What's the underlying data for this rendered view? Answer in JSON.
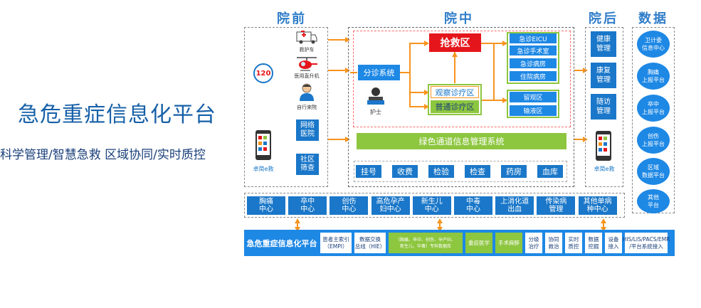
{
  "title": "急危重症信息化平台",
  "subtitle": "科学管理/智慧急救  区域协同/实时质控",
  "headers": {
    "pre": "院前",
    "mid": "院中",
    "post": "院后",
    "data": "数据"
  },
  "pre": {
    "badge_120": "120",
    "ambulance": "救护车",
    "helicopter": "医用直升机",
    "self": "自行来院",
    "net_hospital": "网络\n医院",
    "community": "社区\n筛查",
    "phone_label": "卓简e救"
  },
  "mid": {
    "rescue": "抢救区",
    "triage": "分诊系统",
    "nurse": "护士",
    "observe": "观察诊疗区",
    "general": "普通诊疗区",
    "icu_list": [
      "急诊EICU",
      "急诊手术室",
      "急诊病房",
      "住院病房"
    ],
    "stay_list": [
      "留观区",
      "输液区"
    ],
    "green_system": "绿色通道信息管理系统",
    "services": [
      "挂号",
      "收费",
      "检验",
      "检查",
      "药房",
      "血库"
    ]
  },
  "post": {
    "items": [
      "健康\n管理",
      "康复\n管理",
      "随访\n管理"
    ],
    "phone_label": "卓简e救"
  },
  "data": {
    "items": [
      "卫计委\n信息中心",
      "胸痛\n上报平台",
      "卒中\n上报平台",
      "创伤\n上报平台",
      "区域\n数据平台",
      "其他\n平台"
    ]
  },
  "centers": [
    "胸痛\n中心",
    "卒中\n中心",
    "创伤\n中心",
    "高危孕产\n妇中心",
    "新生儿\n中心",
    "中毒\n中心",
    "上消化道\n出血",
    "传染病\n管理",
    "其他单病\n种中心"
  ],
  "platform": {
    "name": "急危重症信息化平台",
    "cells": [
      {
        "text": "患者主索引\n（EMPI）",
        "style": "blue"
      },
      {
        "text": "数据交换\n总线（HIE）",
        "style": "blue"
      },
      {
        "text": "（胸痛、卒中、创伤、孕产妇、\n新生儿、中毒）专科数据库",
        "style": "green"
      },
      {
        "text": "重症医学",
        "style": "green"
      },
      {
        "text": "手术麻醉",
        "style": "green"
      },
      {
        "text": "分级\n治疗",
        "style": "blue"
      },
      {
        "text": "协同\n救治",
        "style": "blue"
      },
      {
        "text": "实时\n质控",
        "style": "blue"
      },
      {
        "text": "数据\n挖掘",
        "style": "blue"
      },
      {
        "text": "设备\n接入",
        "style": "blue"
      },
      {
        "text": "HIS/LIS/PACS/EMR\n/平台系统接入",
        "style": "blue"
      }
    ]
  },
  "colors": {
    "blue": "#1a77c9",
    "green": "#8dc63f",
    "red": "#e5161b",
    "orange": "#f7941d",
    "title": "#1660a8"
  }
}
